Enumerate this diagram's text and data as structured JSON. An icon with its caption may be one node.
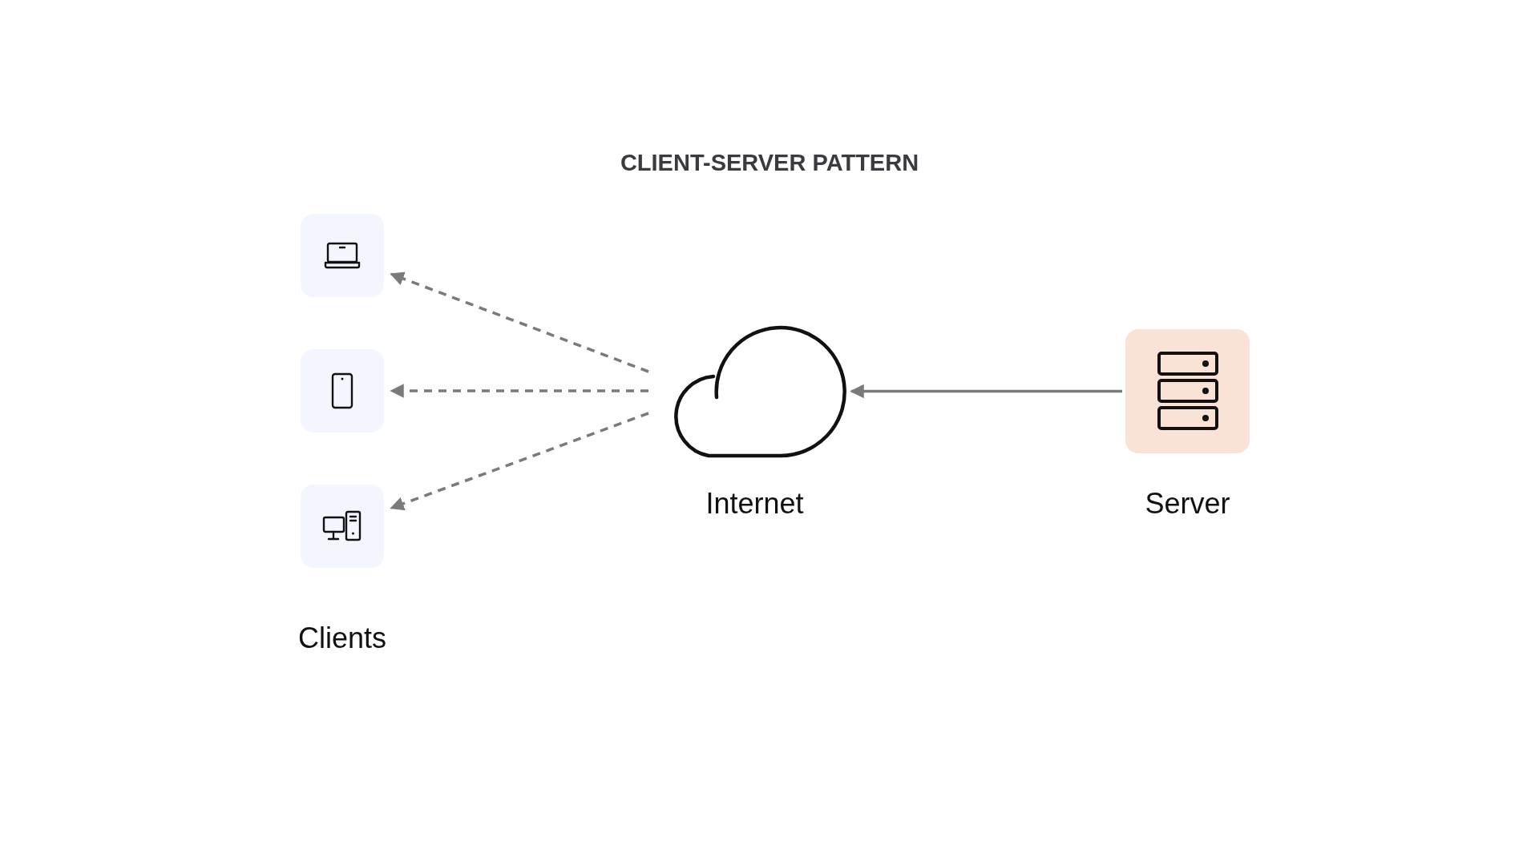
{
  "diagram": {
    "title": "CLIENT-SERVER PATTERN",
    "nodes": [
      {
        "text": [],
        "shape": "box"
      },
      {
        "text": [],
        "shape": "box"
      },
      {
        "text": [],
        "shape": "box"
      },
      {
        "text": [],
        "shape": "cloud",
        "beside": [
          "Internet"
        ]
      },
      {
        "text": [],
        "shape": "box",
        "beside": [
          "Server"
        ]
      }
    ],
    "edges": [
      {
        "from": 3,
        "to": 0,
        "arrow": "to",
        "style": "dashed"
      },
      {
        "from": 3,
        "to": 1,
        "arrow": "to",
        "style": "dashed"
      },
      {
        "from": 3,
        "to": 2,
        "arrow": "to",
        "style": "dashed"
      },
      {
        "from": 4,
        "to": 3,
        "arrow": "to"
      }
    ],
    "labels": [
      "Clients"
    ]
  }
}
